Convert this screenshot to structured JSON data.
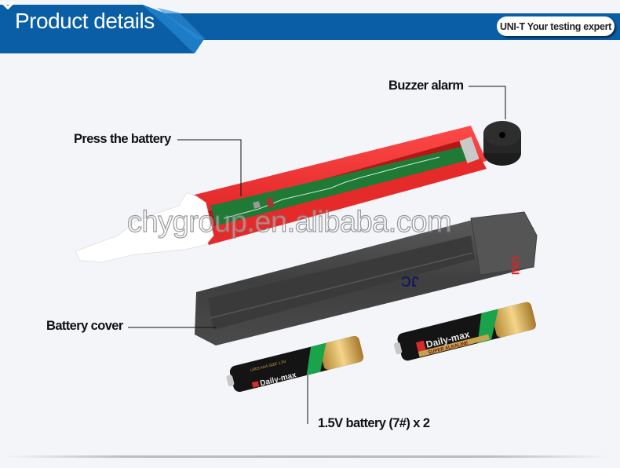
{
  "header": {
    "title": "Product details",
    "tagline": "UNI-T Your testing expert",
    "colors": {
      "primary": "#0a5ea6",
      "accent": "#1b7cc4",
      "light": "#2a8fd6"
    }
  },
  "labels": {
    "buzzer": "Buzzer alarm",
    "press_battery": "Press the battery",
    "battery_cover": "Battery cover",
    "batteries": "1.5V battery (7#) x 2"
  },
  "watermark": "chygroup.en.alibaba.com",
  "product": {
    "cover_marking": "UNI",
    "cover_ink": "JC",
    "battery_brand": "Daily-max",
    "battery_subtitle": "SUPER ALKALINE",
    "battery_spec": "LR03 AAA SIZE 1.5V"
  }
}
